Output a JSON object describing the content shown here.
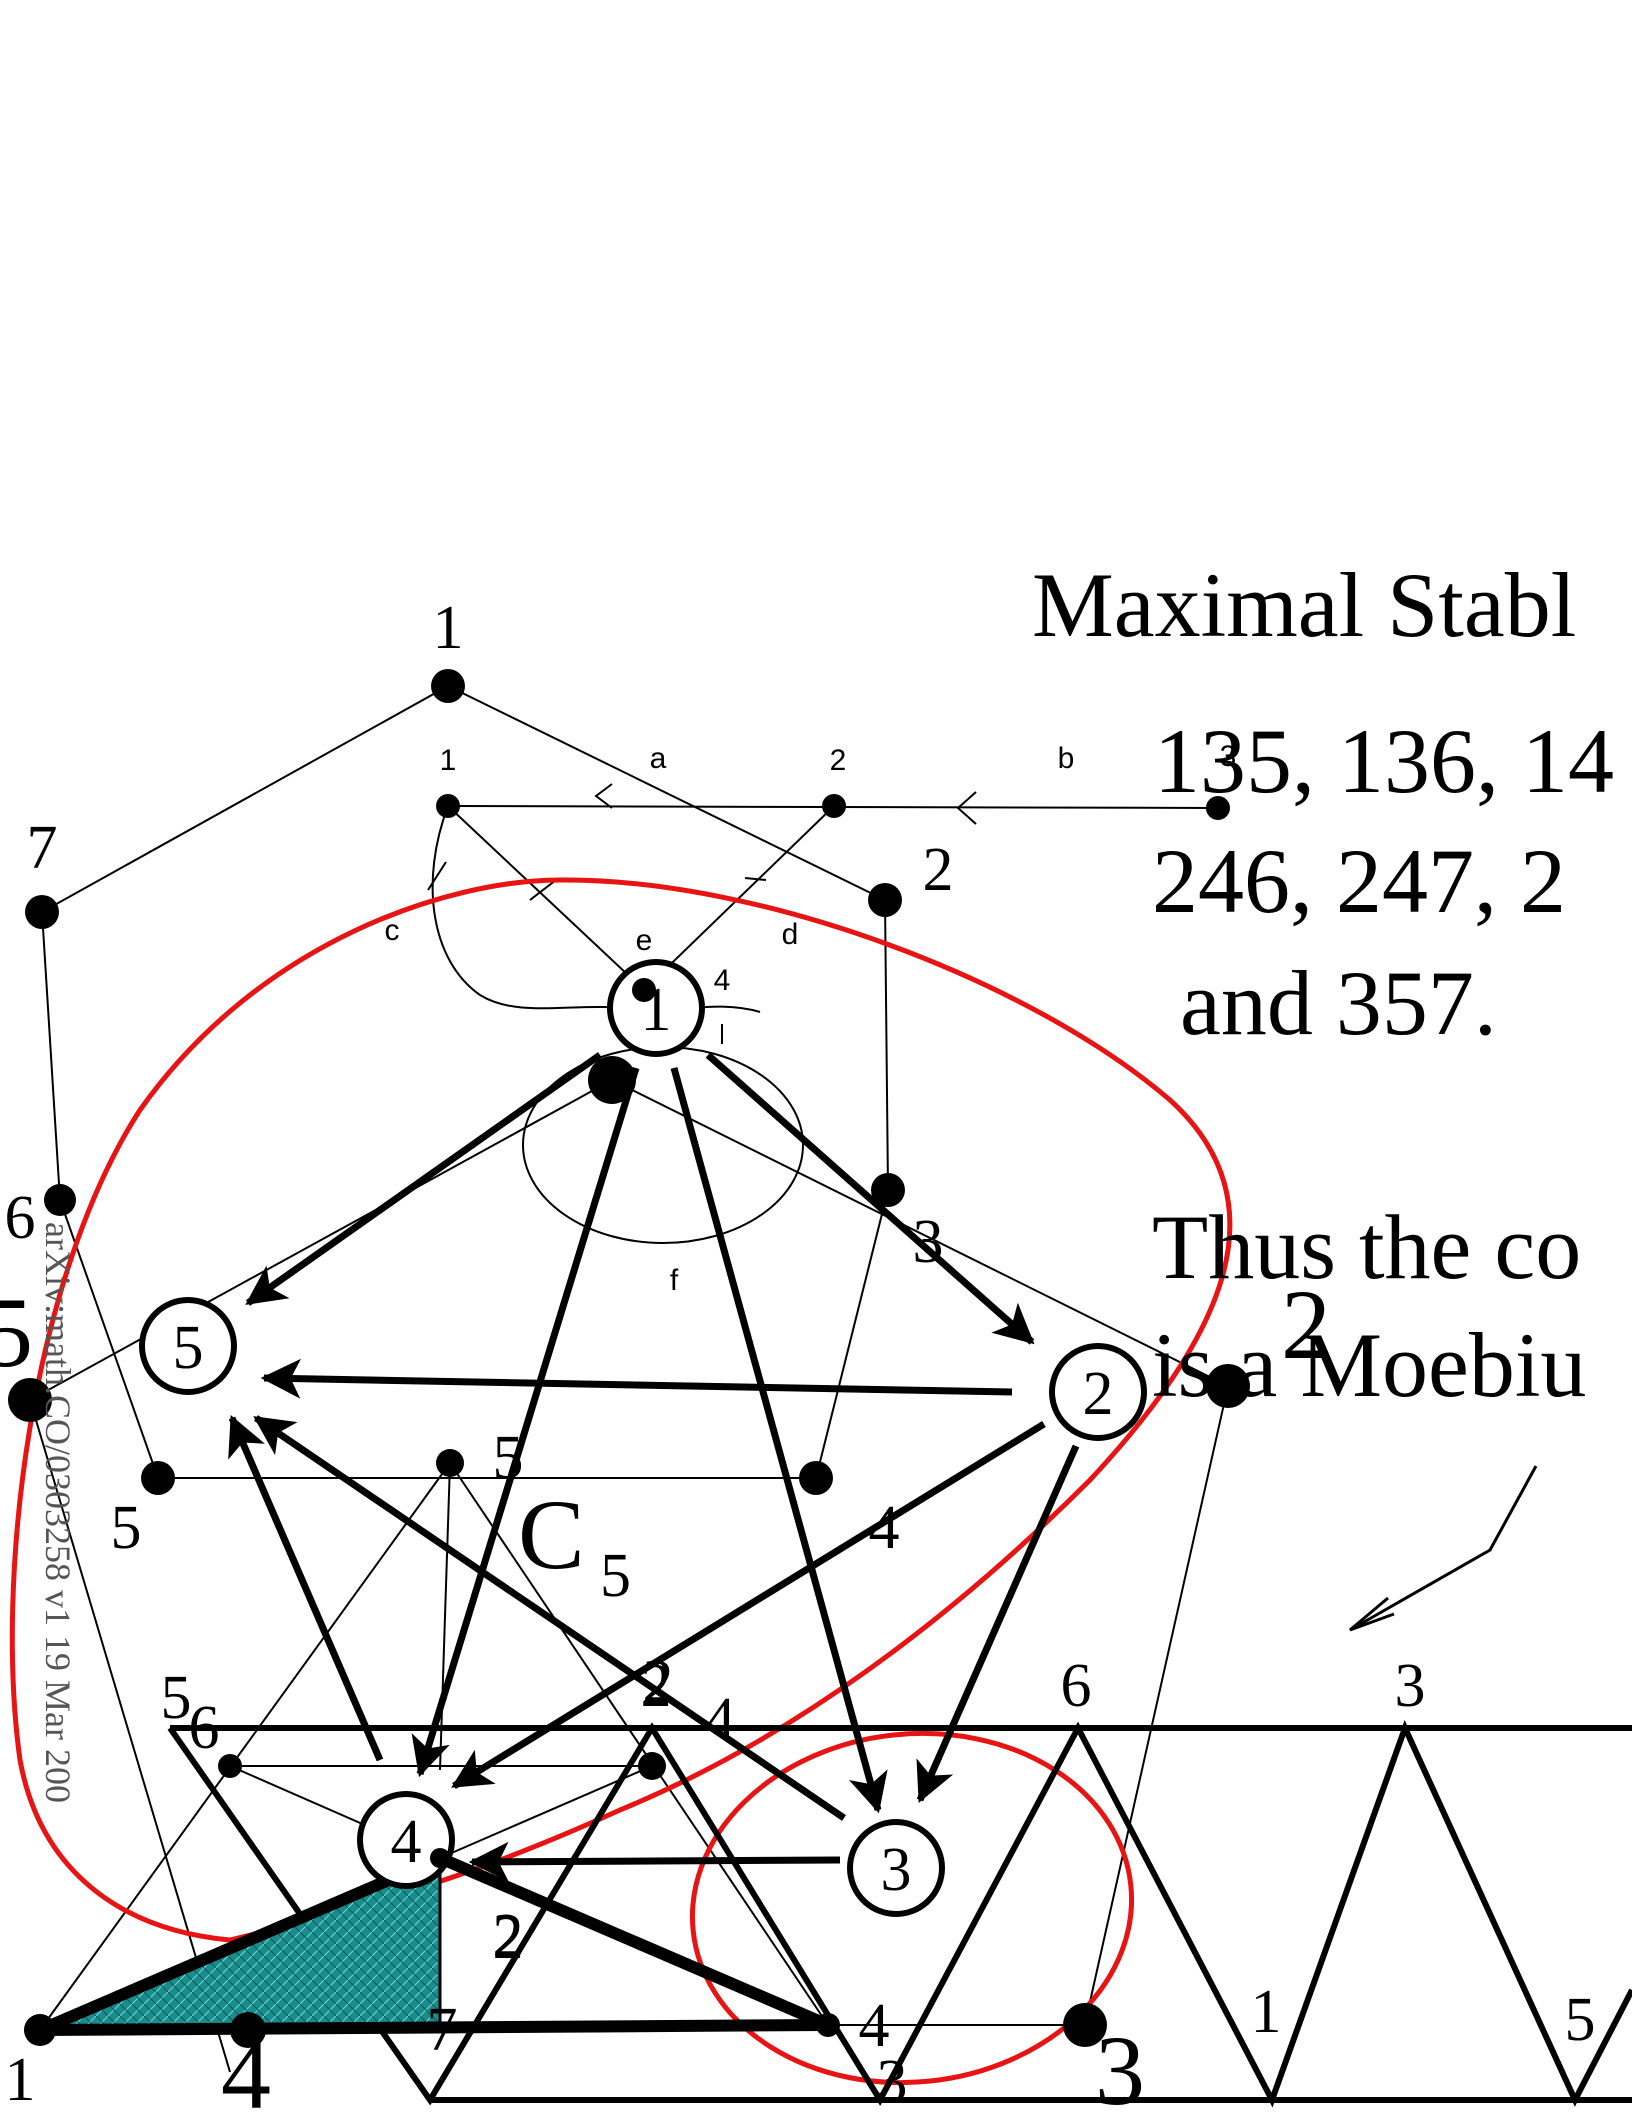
{
  "heading": {
    "title": "Maximal Stabl",
    "list_line1": "135, 136, 14",
    "list_line2": "246, 247, 2",
    "list_line3": "and 357.",
    "conclusion_line1": "Thus  the co",
    "conclusion_line2": "is a Moebiu"
  },
  "side_stamp": "arXiv:math.CO/0303258 v1   19 Mar 200",
  "heptagon_labels": [
    "1",
    "2",
    "3",
    "4",
    "5",
    "6",
    "7"
  ],
  "circled_nodes": [
    "1",
    "2",
    "3",
    "4",
    "5"
  ],
  "cycle_label": {
    "main": "C",
    "sub": "5"
  },
  "small_graph_labels": {
    "v1": "1",
    "v2": "2",
    "v3": "3",
    "v4": "4",
    "a": "a",
    "b": "b",
    "c": "c",
    "d": "d",
    "e": "e",
    "f": "f"
  },
  "edge_labels": [
    "5",
    "4",
    "2",
    "2"
  ],
  "strip_labels": {
    "top": [
      "5",
      "6",
      "2",
      "4",
      "6",
      "3"
    ],
    "bottom": [
      "1",
      "4",
      "7",
      "2",
      "4",
      "3",
      "3",
      "1",
      "5"
    ]
  },
  "colors": {
    "red_curve": "#e81414",
    "teal_fill": "#1a8c8c",
    "ink": "#000000"
  }
}
